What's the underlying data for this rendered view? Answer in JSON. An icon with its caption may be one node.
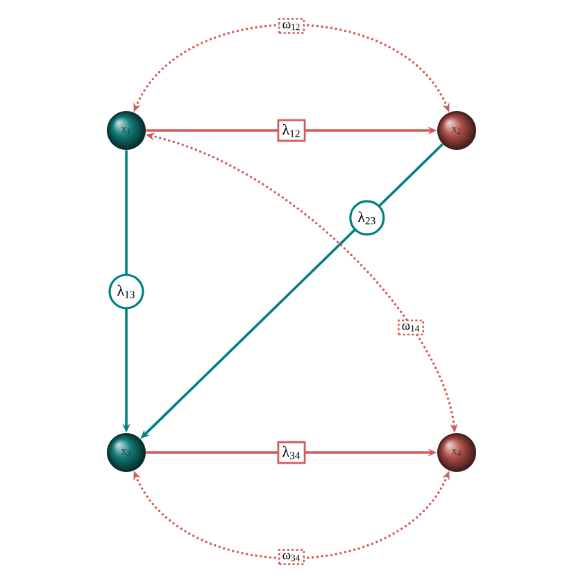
{
  "diagram": {
    "nodes": [
      {
        "text": [
          "x$_{1}$"
        ]
      },
      {
        "text": [
          "x$_{2}$"
        ]
      },
      {
        "text": [
          "x$_{3}$"
        ]
      },
      {
        "text": [
          "x$_{4}$"
        ]
      }
    ],
    "edges": [
      {
        "from": 0,
        "to": 1,
        "arrow": "to",
        "label": "λ$_{12}$"
      },
      {
        "from": 0,
        "to": 2,
        "arrow": "to",
        "label": "λ$_{13}$",
        "color": "#008080"
      },
      {
        "from": 1,
        "to": 2,
        "arrow": "to",
        "label": "λ$_{23}$",
        "color": "#008080"
      },
      {
        "from": 2,
        "to": 3,
        "arrow": "to",
        "label": "λ$_{34}$"
      },
      {
        "from": 0,
        "to": 1,
        "arrow": "both",
        "label": "ω$_{12}$",
        "style": "dashed"
      },
      {
        "from": 0,
        "to": 3,
        "arrow": "both",
        "label": "ω$_{14}$",
        "style": "dashed"
      },
      {
        "from": 2,
        "to": 3,
        "arrow": "both",
        "label": "ω$_{34}$",
        "style": "dashed"
      }
    ]
  }
}
